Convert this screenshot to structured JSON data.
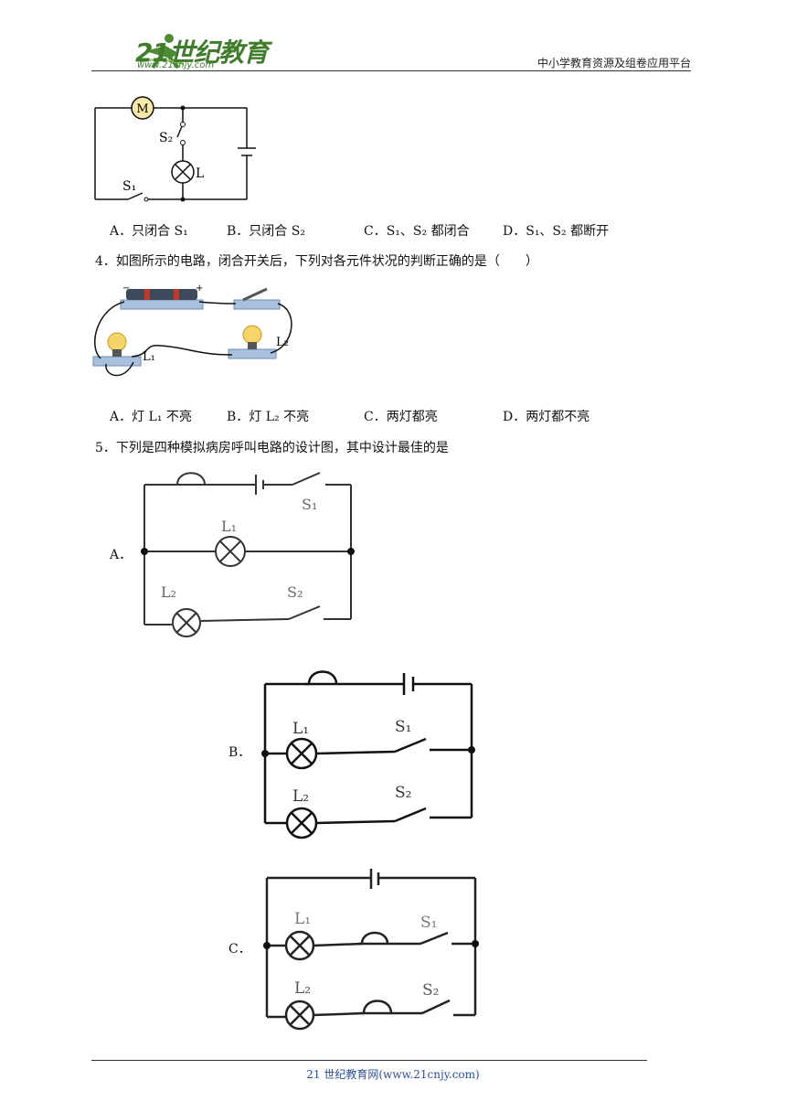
{
  "header": {
    "logo_text": "21世纪教育",
    "logo_url": "www.21cnjy.com",
    "right_text": "中小学教育资源及组卷应用平台"
  },
  "q3": {
    "options": {
      "a": "A．只闭合 S₁",
      "b": "B．只闭合 S₂",
      "c": "C．S₁、S₂ 都闭合",
      "d": "D．S₁、S₂ 都断开"
    },
    "figure_labels": {
      "motor": "M",
      "s1": "S₁",
      "s2": "S₂",
      "lamp": "L"
    }
  },
  "q4": {
    "stem": "4．如图所示的电路，闭合开关后，下列对各元件状况的判断正确的是（　　）",
    "options": {
      "a": "A．灯 L₁ 不亮",
      "b": "B．灯 L₂ 不亮",
      "c": "C．两灯都亮",
      "d": "D．两灯都不亮"
    },
    "figure_labels": {
      "l1": "L₁",
      "l2": "L₂",
      "minus": "−",
      "plus": "+"
    }
  },
  "q5": {
    "stem": "5．下列是四种模拟病房呼叫电路的设计图，其中设计最佳的是",
    "option_labels": {
      "a": "A．",
      "b": "B．",
      "c": "C．"
    },
    "figure_labels": {
      "l1": "L₁",
      "l2": "L₂",
      "s1": "S₁",
      "s2": "S₂"
    }
  },
  "footer": {
    "text": "21 世纪教育网(www.21cnjy.com)"
  }
}
